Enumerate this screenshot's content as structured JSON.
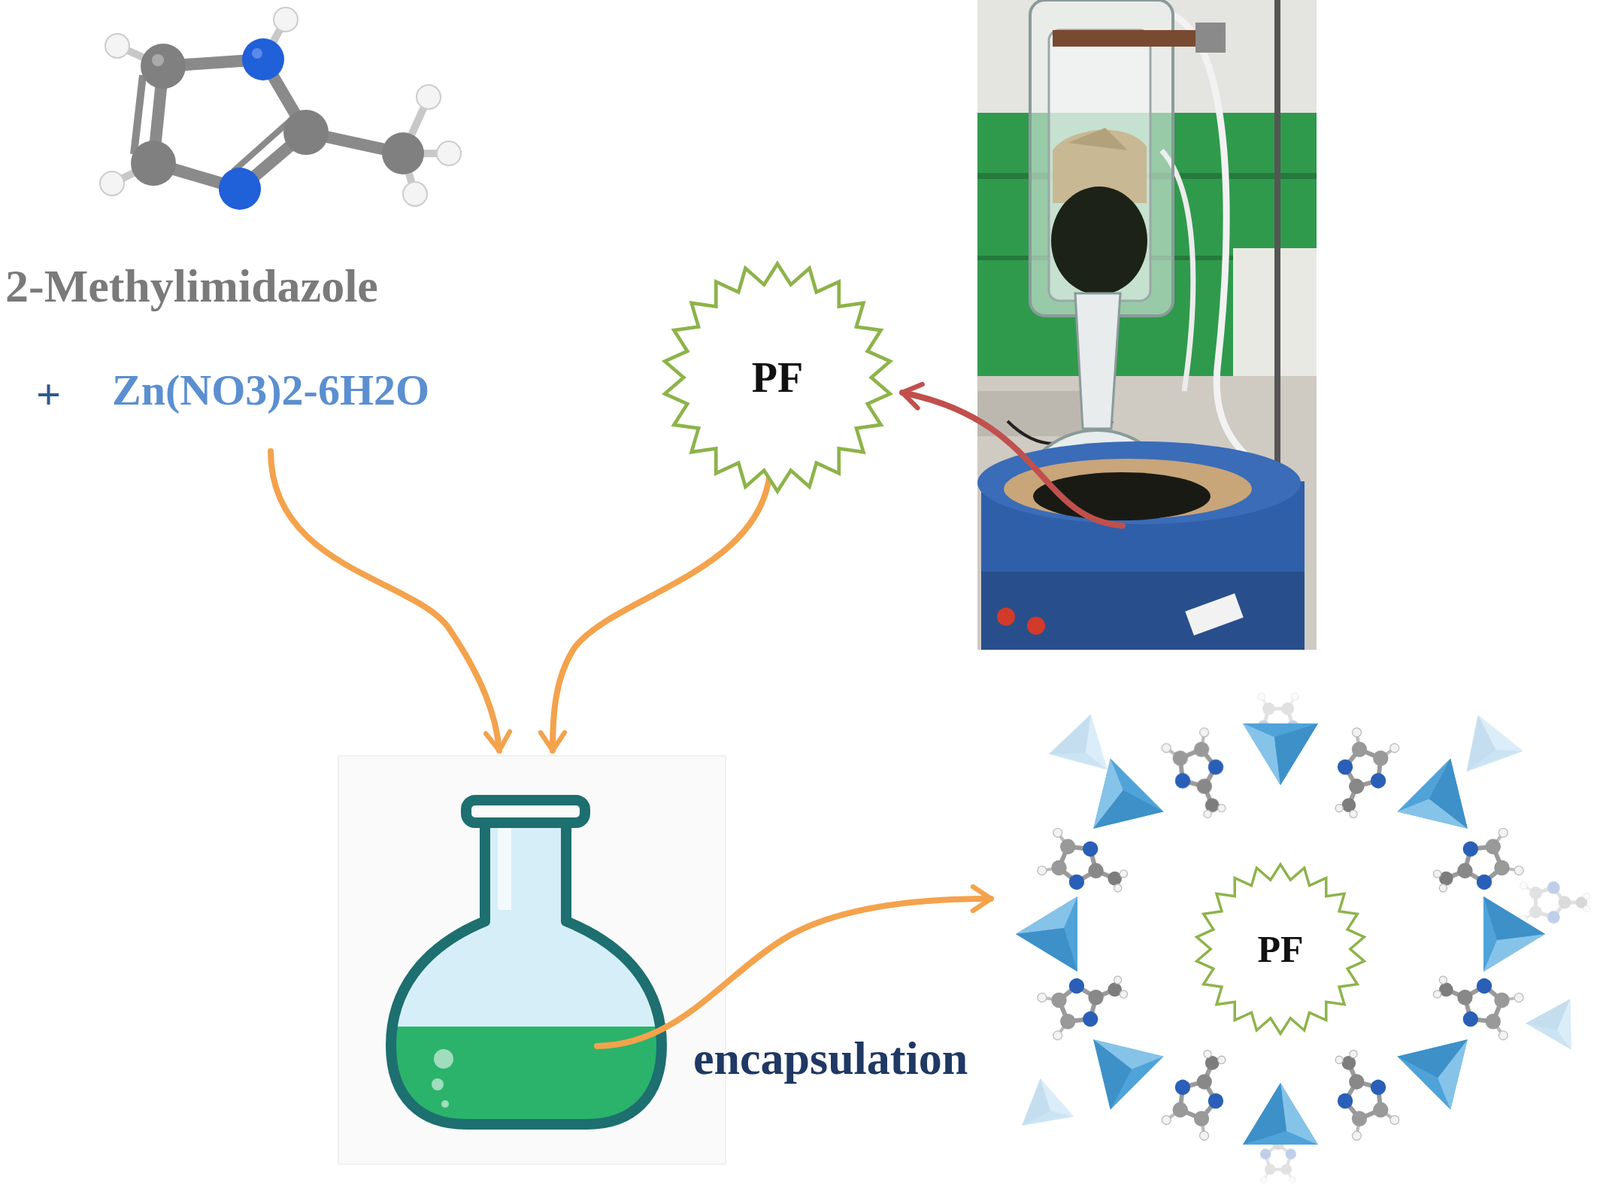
{
  "diagram": {
    "nodes": [
      {
        "text": [
          "PF"
        ]
      },
      {
        "text": [
          "PF"
        ]
      }
    ],
    "labels": [
      "2-Methylimidazole",
      "+",
      "Zn(NO3)2-6H2O",
      "encapsulation"
    ]
  }
}
